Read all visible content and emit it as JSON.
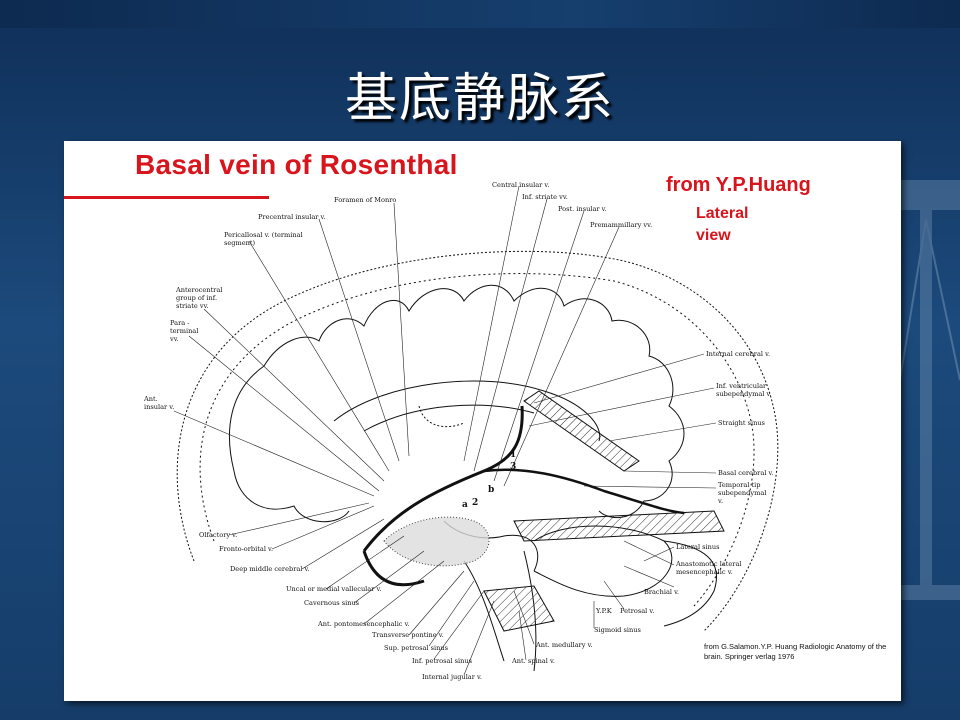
{
  "slide": {
    "title": "基底静脉系"
  },
  "figure": {
    "heading": "Basal vein of Rosenthal",
    "source": "from Y.P.Huang",
    "view": "Lateral view",
    "citation": "from G.Salamon.Y.P. Huang Radiologic Anatomy of the brain. Springer verlag 1976",
    "labels": {
      "foramen_monro": "Foramen of Monro",
      "central_insular": "Central insular v.",
      "inf_striate": "Inf. striate vv.",
      "post_insular": "Post. insular v.",
      "precentral_insular": "Precentral insular v.",
      "premammillary": "Premammillary vv.",
      "pericallosal": "Pericallosal v. (terminal segment)",
      "anterocentral": "Anterocentral group of inf. striate vv.",
      "paraterminal": "Para - terminal vv.",
      "ant_insular": "Ant. insular v.",
      "internal_cerebral": "Internal cerebral v.",
      "inf_ventricular": "Inf. ventricular subependymal v.",
      "straight_sinus": "Straight sinus",
      "basal_cerebral": "Basal cerebral v.",
      "temporal_tip": "Temporal tip subependymal v.",
      "olfactory": "Olfactory v.",
      "fronto_orbital": "Fronto-orbital v.",
      "deep_middle_cerebral": "Deep middle cerebral v.",
      "uncal": "Uncal or medial vallecular v.",
      "cavernous_sinus": "Cavernous sinus",
      "ant_pontomesencephalic": "Ant. pontomesencephalic v.",
      "transverse_pontine": "Transverse pontine v.",
      "sup_petrosal": "Sup. petrosal sinus",
      "inf_petrosal": "Inf. petrosal sinus",
      "internal_jugular": "Internal jugular v.",
      "ant_medullary": "Ant. medullary v.",
      "ant_spinal": "Ant. spinal v.",
      "lateral_sinus": "Lateral sinus",
      "anastomotic_lateral": "Anastomotic lateral mesencephalic v.",
      "brachial": "Brachial v.",
      "petrosal": "Petrosal v.",
      "sigmoid_sinus": "Sigmoid sinus",
      "ypk": "Y.P.K",
      "num_1": "1",
      "num_2": "2",
      "num_3": "3",
      "num_a": "a",
      "num_b": "b"
    }
  }
}
